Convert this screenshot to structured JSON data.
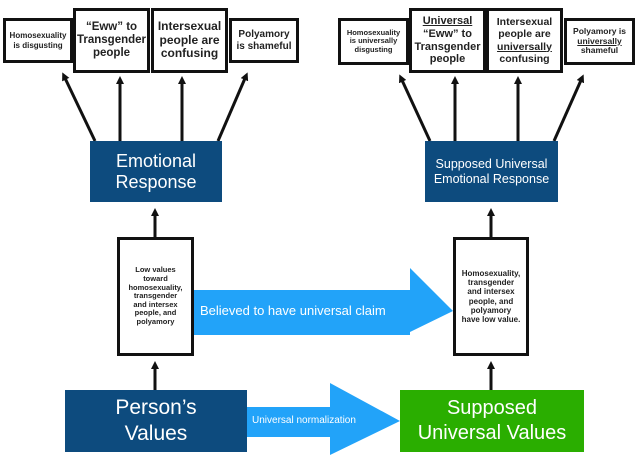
{
  "colors": {
    "dark_blue": "#0d4b7e",
    "light_blue_arrow": "#22a3f9",
    "green": "#2aae00",
    "border": "#111111"
  },
  "left": {
    "outcomes": [
      {
        "text": "Homosexuality\nis disgusting"
      },
      {
        "text": "“Eww” to\nTransgender\npeople"
      },
      {
        "text": "Intersexual\npeople are\nconfusing"
      },
      {
        "text": "Polyamory\nis shameful"
      }
    ],
    "emotional_response": "Emotional\nResponse",
    "values_detail": "Low values\ntoward\nhomosexuality,\ntransgender\nand intersex\npeople, and\npolyamory",
    "base": "Person’s\nValues"
  },
  "right": {
    "outcomes": [
      {
        "parts": [
          "Homosexuality\nis ",
          "universally",
          "\ndisgusting"
        ],
        "underlined": [
          false,
          false,
          false
        ]
      },
      {
        "parts": [
          "Universal",
          "\n“Eww” to\nTransgender\npeople"
        ],
        "underlined": [
          true,
          false
        ]
      },
      {
        "parts": [
          "Intersexual\npeople are\n",
          "universally",
          "\nconfusing"
        ],
        "underlined": [
          false,
          true,
          false
        ]
      },
      {
        "parts": [
          "Polyamory is\n",
          "universally",
          "\nshameful"
        ],
        "underlined": [
          false,
          true,
          false
        ]
      }
    ],
    "emotional_response": "Supposed Universal\nEmotional Response",
    "values_detail": "Homosexuality,\ntransgender\nand intersex\npeople, and\npolyamory\nhave low value.",
    "base": "Supposed\nUniversal Values"
  },
  "arrows": {
    "middle_label": "Believed to have universal claim",
    "bottom_label": "Universal normalization"
  }
}
